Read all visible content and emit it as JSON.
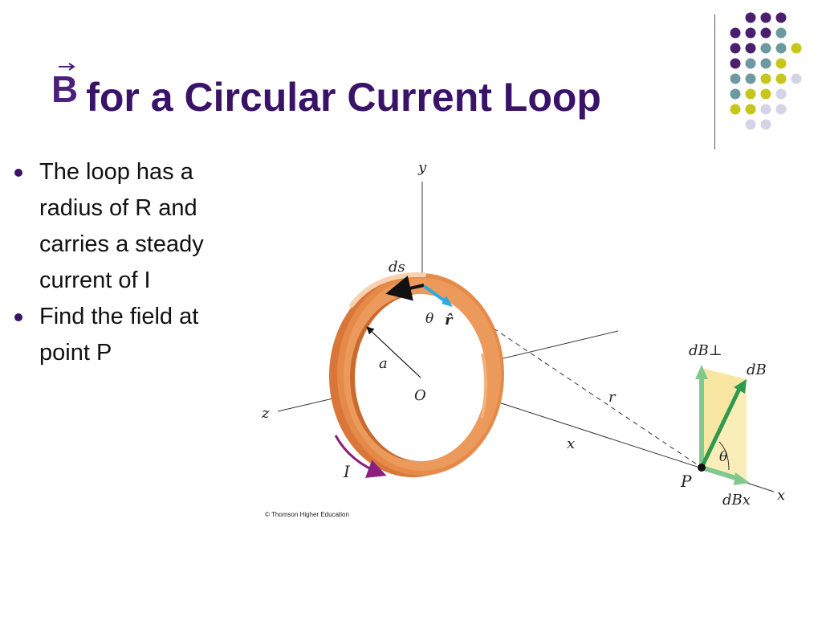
{
  "slide": {
    "title_symbol": "B",
    "title_text": "for a Circular Current Loop",
    "bullets": [
      "The loop has a radius of R and carries a steady current of I",
      "Find the field at point P"
    ],
    "credit": "© Thomson Higher Education"
  },
  "diagram": {
    "labels": {
      "y_axis": "y",
      "z_axis": "z",
      "x_axis": "x",
      "origin": "O",
      "radius": "a",
      "ds": "ds",
      "r_hat": "r̂",
      "theta_top": "θ",
      "r_distance": "r",
      "x_distance": "x",
      "current": "I",
      "point": "P",
      "dB_perp": "dB⊥",
      "dB": "dB",
      "dBx": "dBx",
      "theta_point": "θ"
    },
    "colors": {
      "ring_outer": "#e58a48",
      "ring_inner": "#f3b07a",
      "ring_highlight": "#f8d2b0",
      "current_arrow": "#8a1f7d",
      "ds_arrow": "#111111",
      "rhat_arrow": "#2fa8e0",
      "green_arrow": "#3aa25a",
      "green_light": "#7fc98f",
      "plane_fill": "#f9ecb0"
    }
  },
  "decoration": {
    "dot_colors": [
      "#4b1f6e",
      "#6d9aa0",
      "#c6c61c",
      "#d4d4e6"
    ]
  }
}
